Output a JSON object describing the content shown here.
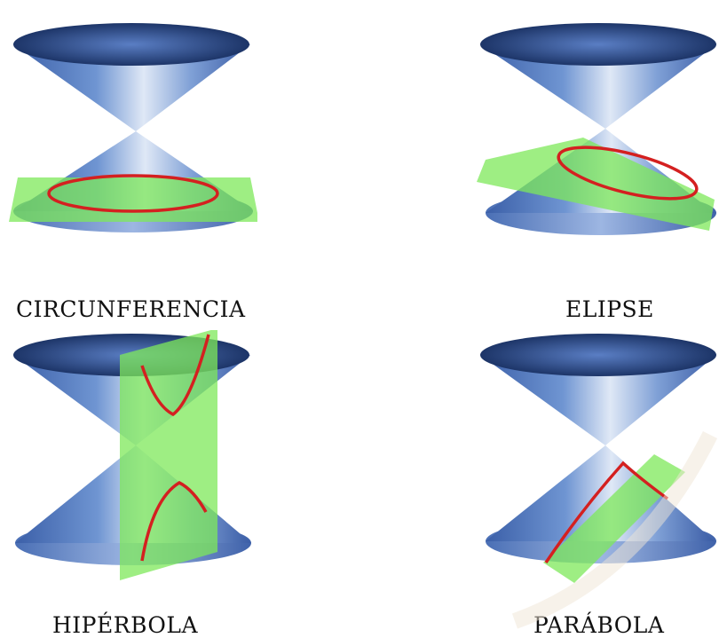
{
  "panels": [
    {
      "id": "circunferencia",
      "caption": "CIRCUNFERENCIA"
    },
    {
      "id": "elipse",
      "caption": "ELIPSE"
    },
    {
      "id": "hiperbola",
      "caption": "HIPÉRBOLA"
    },
    {
      "id": "parabola",
      "caption": "PARÁBOLA"
    }
  ],
  "colors": {
    "cone_dark": "#2e4a8a",
    "cone_light": "#e4ecf8",
    "plane": "#7ee85a",
    "curve": "#d42020"
  }
}
